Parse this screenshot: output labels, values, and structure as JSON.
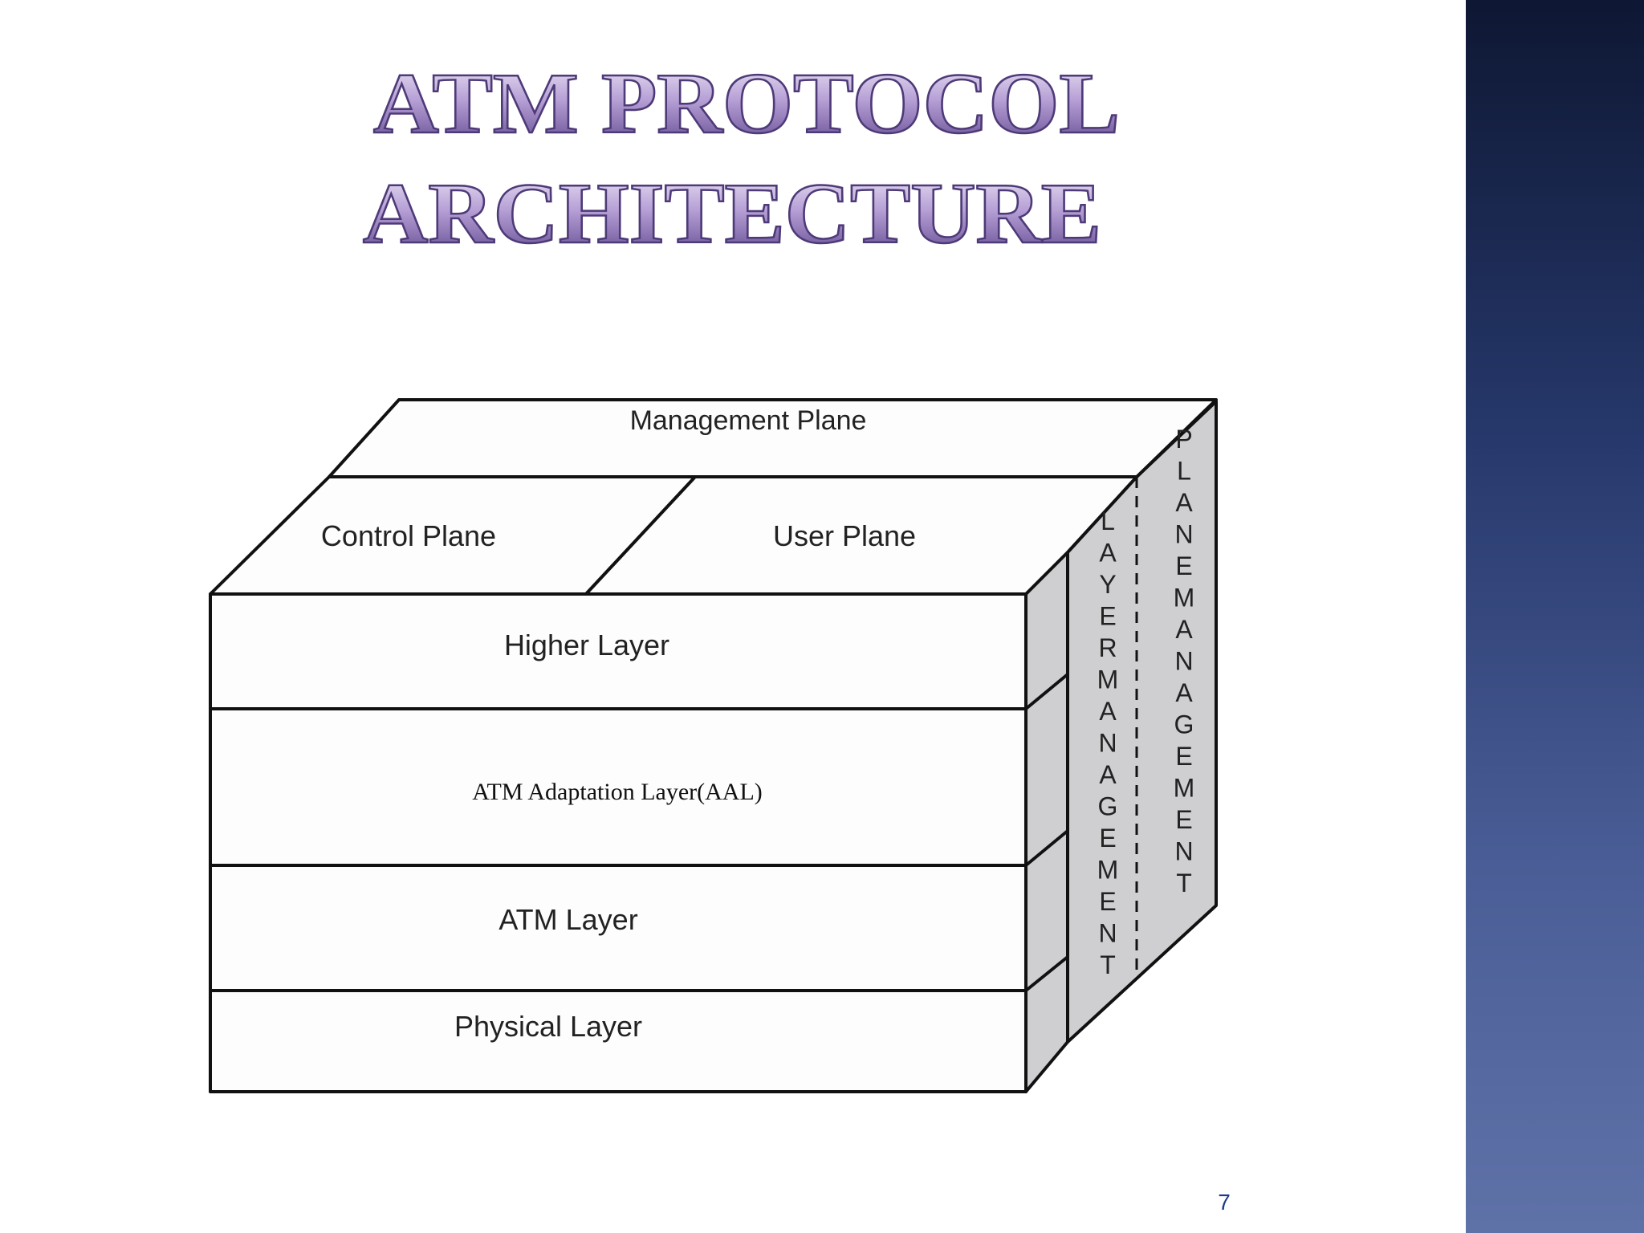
{
  "slide": {
    "title_line1": "ATM PROTOCOL",
    "title_line2": "ARCHITECTURE",
    "page_number": "7"
  },
  "diagram": {
    "management_plane": "Management Plane",
    "control_plane": "Control Plane",
    "user_plane": "User Plane",
    "layers": [
      "Higher Layer",
      "ATM Adaptation Layer(AAL)",
      "ATM Layer",
      "Physical Layer"
    ],
    "layer_management": "LAYERMANAGEMENT",
    "plane_management": "PLANEMANAGEMENT"
  },
  "colors": {
    "sidebar_top": "#0e1733",
    "sidebar_bottom": "#5f72a8",
    "title_light": "#e6dcf2",
    "title_dark": "#6a4f98",
    "side_face": "#cfcfd2",
    "page_number": "#1f3a8a"
  }
}
